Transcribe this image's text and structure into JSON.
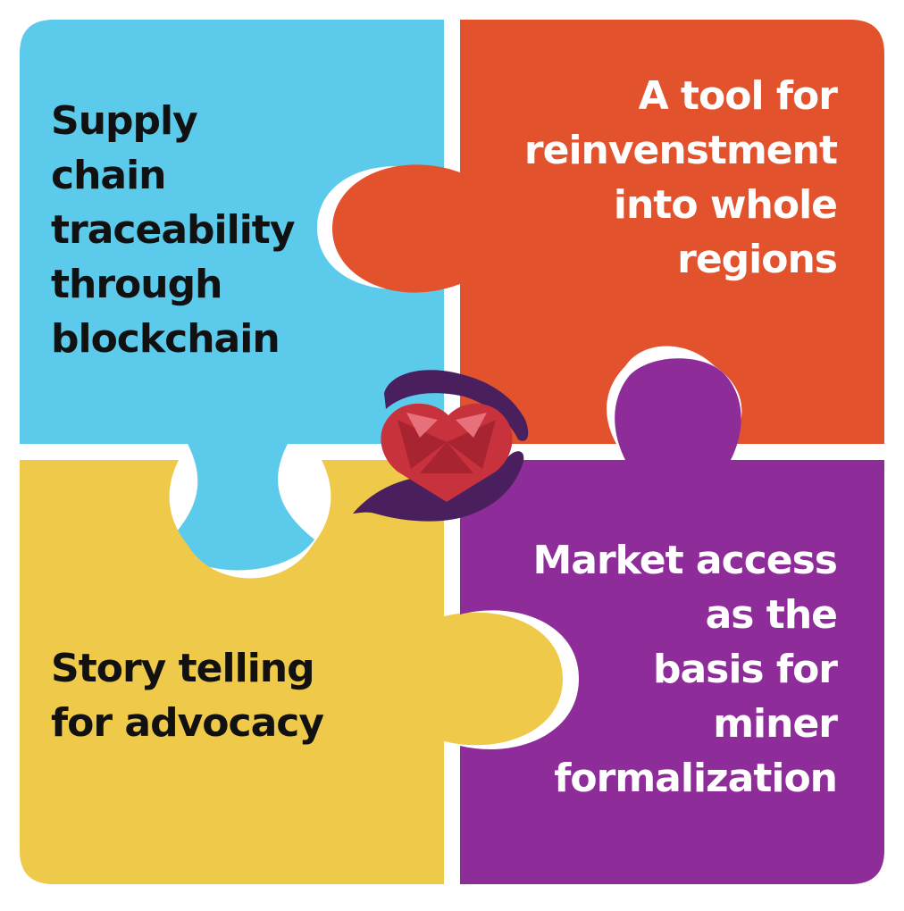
{
  "pieces": {
    "top_left": {
      "lines": [
        "Supply",
        "chain",
        "traceability",
        "through",
        "blockchain"
      ],
      "color": "#5ccbeb",
      "text_color": "#111111"
    },
    "top_right": {
      "lines": [
        "A tool for",
        "reinvenstment",
        "into whole",
        "regions"
      ],
      "color": "#e2532d",
      "text_color": "#ffffff"
    },
    "bottom_left": {
      "lines": [
        "Story telling",
        "for advocacy"
      ],
      "color": "#efc94a",
      "text_color": "#111111"
    },
    "bottom_right": {
      "lines": [
        "Market access",
        "as the",
        "basis for",
        "miner",
        "formalization"
      ],
      "color": "#8e2d9a",
      "text_color": "#ffffff"
    }
  },
  "logo": {
    "icon": "hands-holding-heart-icon",
    "hand_color": "#4a1f5e",
    "heart_color": "#c8323c"
  }
}
